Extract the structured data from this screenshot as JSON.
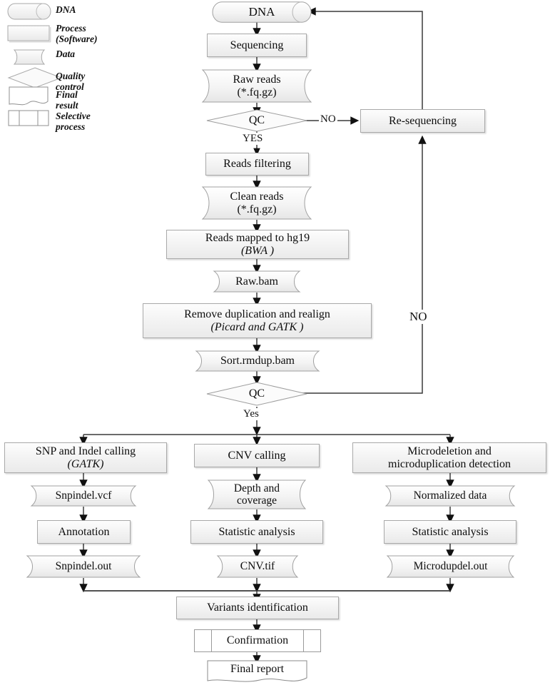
{
  "legend": {
    "items": [
      {
        "shape": "cylinder",
        "label": "DNA"
      },
      {
        "shape": "process",
        "label": "Process\n(Software)"
      },
      {
        "shape": "data",
        "label": "Data"
      },
      {
        "shape": "diamond",
        "label": "Quality control"
      },
      {
        "shape": "document",
        "label": "Final result"
      },
      {
        "shape": "selective",
        "label": "Selective process"
      }
    ]
  },
  "flow": {
    "dna": "DNA",
    "sequencing": "Sequencing",
    "raw_reads_l1": "Raw reads",
    "raw_reads_l2": "(*.fq.gz)",
    "qc_top": "QC",
    "qc_top_no": "NO",
    "qc_top_yes": "YES",
    "resequencing": "Re-sequencing",
    "reads_filtering": "Reads filtering",
    "clean_reads_l1": "Clean reads",
    "clean_reads_l2": "(*.fq.gz)",
    "mapped_l1": "Reads mapped to hg19",
    "mapped_l2": "(BWA )",
    "raw_bam": "Raw.bam",
    "remove_dup_l1": "Remove duplication and realign",
    "remove_dup_l2": "(Picard and GATK )",
    "sort_rmdup_bam": "Sort.rmdup.bam",
    "qc_bottom": "QC",
    "qc_bottom_no": "NO",
    "qc_bottom_yes": "Yes",
    "branch_left": {
      "call_l1": "SNP and Indel calling",
      "call_l2": "(GATK)",
      "data1": "Snpindel.vcf",
      "proc2": "Annotation",
      "data2": "Snpindel.out"
    },
    "branch_mid": {
      "call_l1": "CNV calling",
      "data1_l1": "Depth and",
      "data1_l2": "coverage",
      "proc2": "Statistic analysis",
      "data2": "CNV.tif"
    },
    "branch_right": {
      "call_l1": "Microdeletion and",
      "call_l2": "microduplication detection",
      "data1": "Normalized data",
      "proc2": "Statistic analysis",
      "data2": "Microdupdel.out"
    },
    "variants_identification": "Variants identification",
    "confirmation": "Confirmation",
    "final_report": "Final report"
  },
  "colors": {
    "box_border": "#a9a9a9",
    "box_fill_top": "#fdfdfd",
    "box_fill_bottom": "#eaeaea",
    "line": "#3a3a3a",
    "text": "#0d0d0d"
  }
}
